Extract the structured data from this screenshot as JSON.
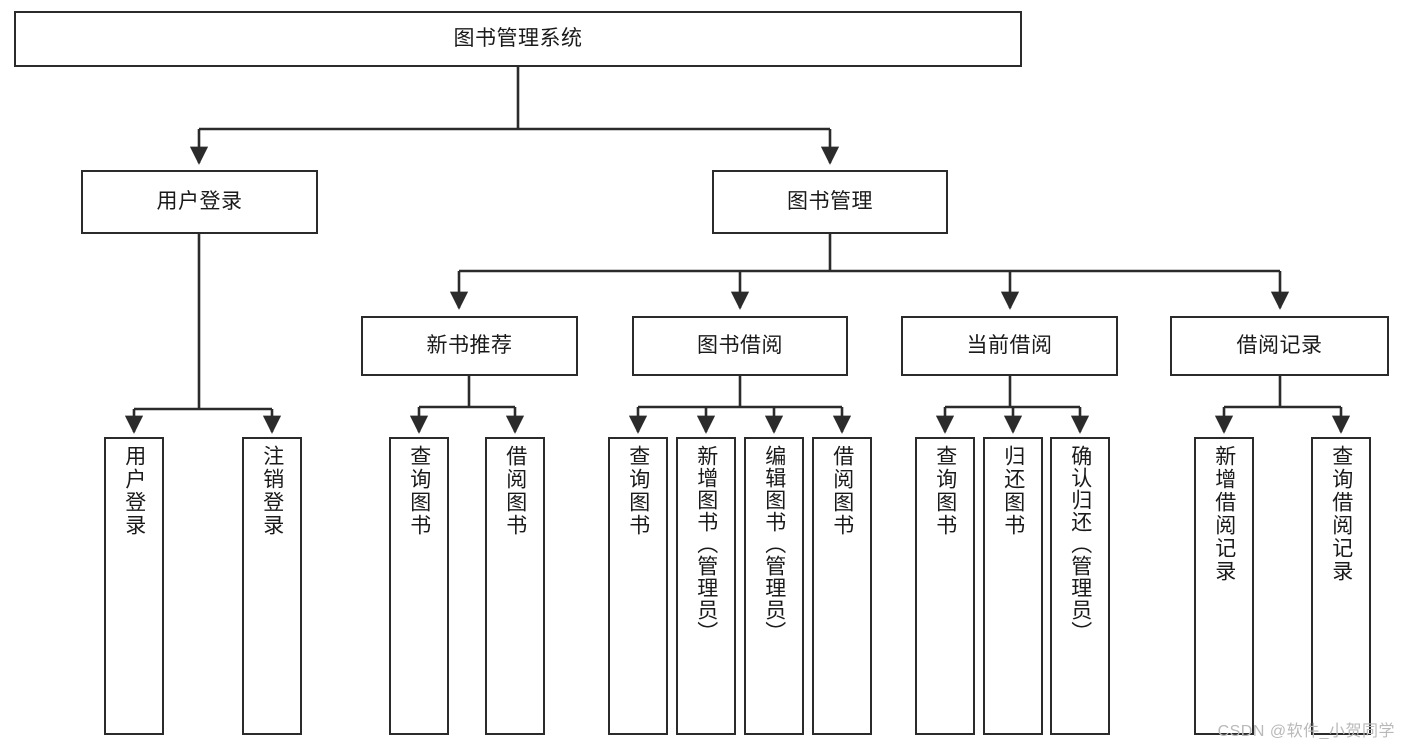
{
  "diagram": {
    "type": "tree",
    "title": "图书管理系统",
    "root": {
      "id": "root",
      "label": "图书管理系统",
      "level": 0
    },
    "level1": [
      {
        "id": "user-login",
        "label": "用户登录"
      },
      {
        "id": "book-manage",
        "label": "图书管理"
      }
    ],
    "level2": [
      {
        "id": "new-book-recommend",
        "label": "新书推荐",
        "parent": "book-manage"
      },
      {
        "id": "book-borrow",
        "label": "图书借阅",
        "parent": "book-manage"
      },
      {
        "id": "current-borrow",
        "label": "当前借阅",
        "parent": "book-manage"
      },
      {
        "id": "borrow-record",
        "label": "借阅记录",
        "parent": "book-manage"
      }
    ],
    "leaves": {
      "user_login": [
        {
          "id": "leaf-user-login",
          "label": "用户登录"
        },
        {
          "id": "leaf-logout-login",
          "label": "注销登录"
        }
      ],
      "new_book_recommend": [
        {
          "id": "leaf-query-book-1",
          "label": "查询图书"
        },
        {
          "id": "leaf-borrow-book-1",
          "label": "借阅图书"
        }
      ],
      "book_borrow": [
        {
          "id": "leaf-query-book-2",
          "label": "查询图书"
        },
        {
          "id": "leaf-add-book-admin",
          "label": "新增图书（管理员）"
        },
        {
          "id": "leaf-edit-book-admin",
          "label": "编辑图书（管理员）"
        },
        {
          "id": "leaf-borrow-book-2",
          "label": "借阅图书"
        }
      ],
      "current_borrow": [
        {
          "id": "leaf-query-book-3",
          "label": "查询图书"
        },
        {
          "id": "leaf-return-book",
          "label": "归还图书"
        },
        {
          "id": "leaf-confirm-return-admin",
          "label": "确认归还（管理员）"
        }
      ],
      "borrow_record": [
        {
          "id": "leaf-add-borrow-record",
          "label": "新增借阅记录"
        },
        {
          "id": "leaf-query-borrow-record",
          "label": "查询借阅记录"
        }
      ]
    },
    "colors": {
      "stroke": "#2b2b2b",
      "fill": "#ffffff",
      "text": "#1a1a1a",
      "watermark": "#b9b9b9"
    }
  },
  "watermark": {
    "text": "CSDN @软件_小贺同学"
  }
}
